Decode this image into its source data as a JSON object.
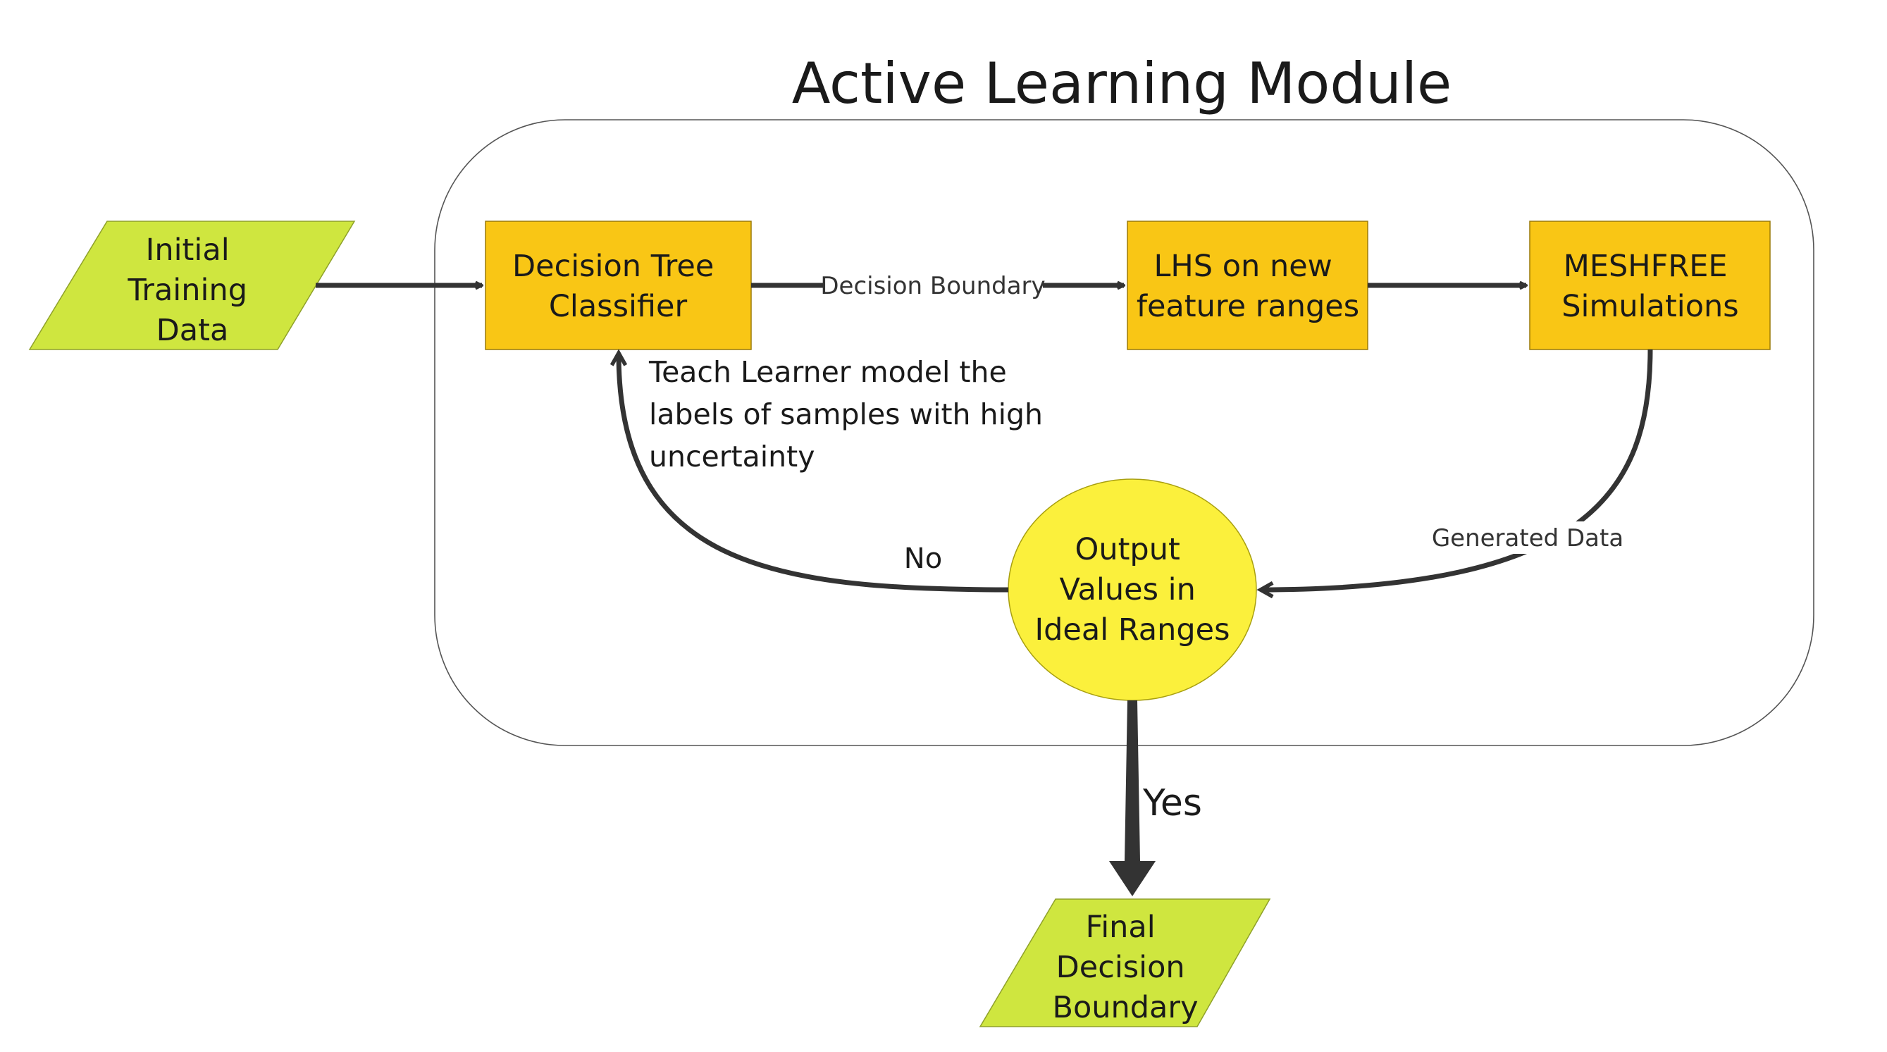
{
  "title": "Active Learning Module",
  "colors": {
    "data_node": "#cfe63f",
    "process_node": "#f9c615",
    "decision_node": "#fbf03c",
    "arrow": "#333333",
    "container_border": "#555555"
  },
  "nodes": {
    "initial_data": [
      "Initial",
      "Training",
      "Data"
    ],
    "decision_tree": [
      "Decision Tree",
      "Classifier"
    ],
    "lhs": [
      "LHS on new",
      "feature ranges"
    ],
    "meshfree": [
      "MESHFREE",
      "Simulations"
    ],
    "output_check": [
      "Output",
      "Values in",
      "Ideal Ranges"
    ],
    "final_boundary": [
      "Final",
      "Decision",
      "Boundary"
    ]
  },
  "edges": {
    "decision_boundary": "Decision Boundary",
    "generated_data": "Generated Data",
    "no": "No",
    "yes": "Yes"
  },
  "feedback_note": [
    "Teach Learner model the",
    "labels of samples with high",
    "uncertainty"
  ]
}
